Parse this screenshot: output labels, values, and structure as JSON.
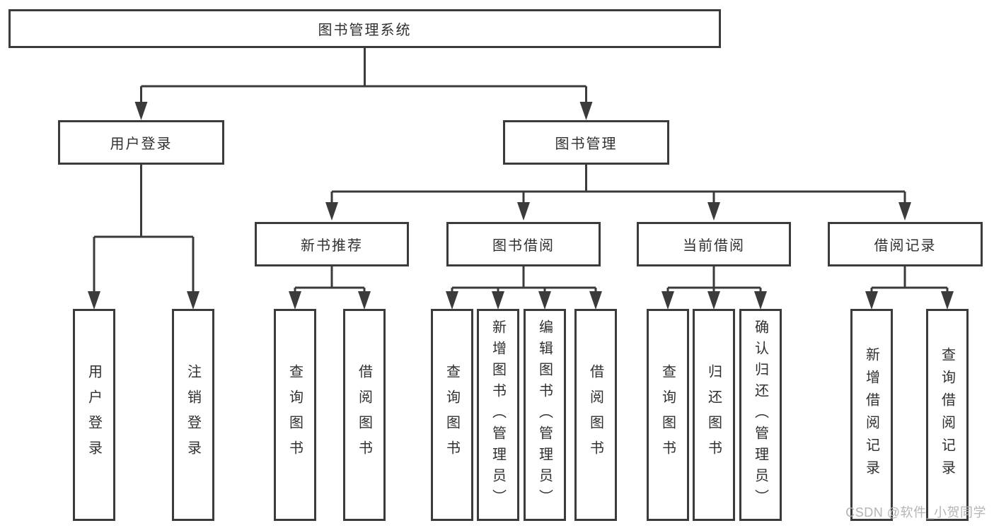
{
  "diagram": {
    "root": {
      "label": "图书管理系统"
    },
    "level2": [
      {
        "label": "用户登录",
        "children": [
          {
            "label": "用户登录"
          },
          {
            "label": "注销登录"
          }
        ]
      },
      {
        "label": "图书管理",
        "children": [
          {
            "label": "新书推荐",
            "children": [
              {
                "label": "查询图书"
              },
              {
                "label": "借阅图书"
              }
            ]
          },
          {
            "label": "图书借阅",
            "children": [
              {
                "label": "查询图书"
              },
              {
                "label": "新增图书（管理员）"
              },
              {
                "label": "编辑图书（管理员）"
              },
              {
                "label": "借阅图书"
              }
            ]
          },
          {
            "label": "当前借阅",
            "children": [
              {
                "label": "查询图书"
              },
              {
                "label": "归还图书"
              },
              {
                "label": "确认归还（管理员）"
              }
            ]
          },
          {
            "label": "借阅记录",
            "children": [
              {
                "label": "新增借阅记录"
              },
              {
                "label": "查询借阅记录"
              }
            ]
          }
        ]
      }
    ]
  },
  "watermark": {
    "text": "CSDN @软件_小贺同学"
  },
  "colors": {
    "line": "#3b3b3b",
    "box_border": "#3b3b3b",
    "text": "#303030",
    "watermark": "#b5b5b5",
    "background": "#ffffff"
  }
}
